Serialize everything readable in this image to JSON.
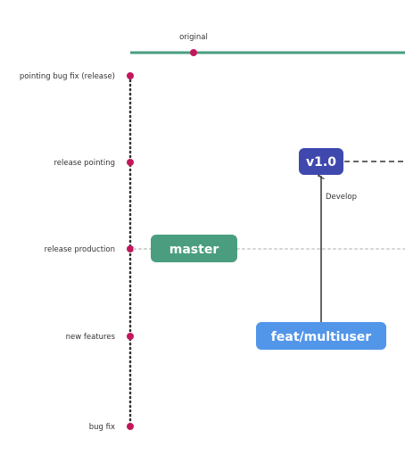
{
  "diagram": {
    "top_line": {
      "label": "original",
      "color": "#4a9e7f"
    },
    "timeline": {
      "color": "#333333",
      "dot_color": "#c2185b",
      "items": [
        {
          "label": "pointing bug fix (release)"
        },
        {
          "label": "release pointing"
        },
        {
          "label": "release production"
        },
        {
          "label": "new features"
        },
        {
          "label": "bug fix"
        }
      ]
    },
    "nodes": {
      "master": {
        "label": "master",
        "color": "#4a9e7f"
      },
      "v1": {
        "label": "v1.0",
        "color": "#3f48ad"
      },
      "feat": {
        "label": "feat/multiuser",
        "color": "#5296ea"
      }
    },
    "edges": {
      "develop": {
        "label": "Develop"
      }
    }
  }
}
